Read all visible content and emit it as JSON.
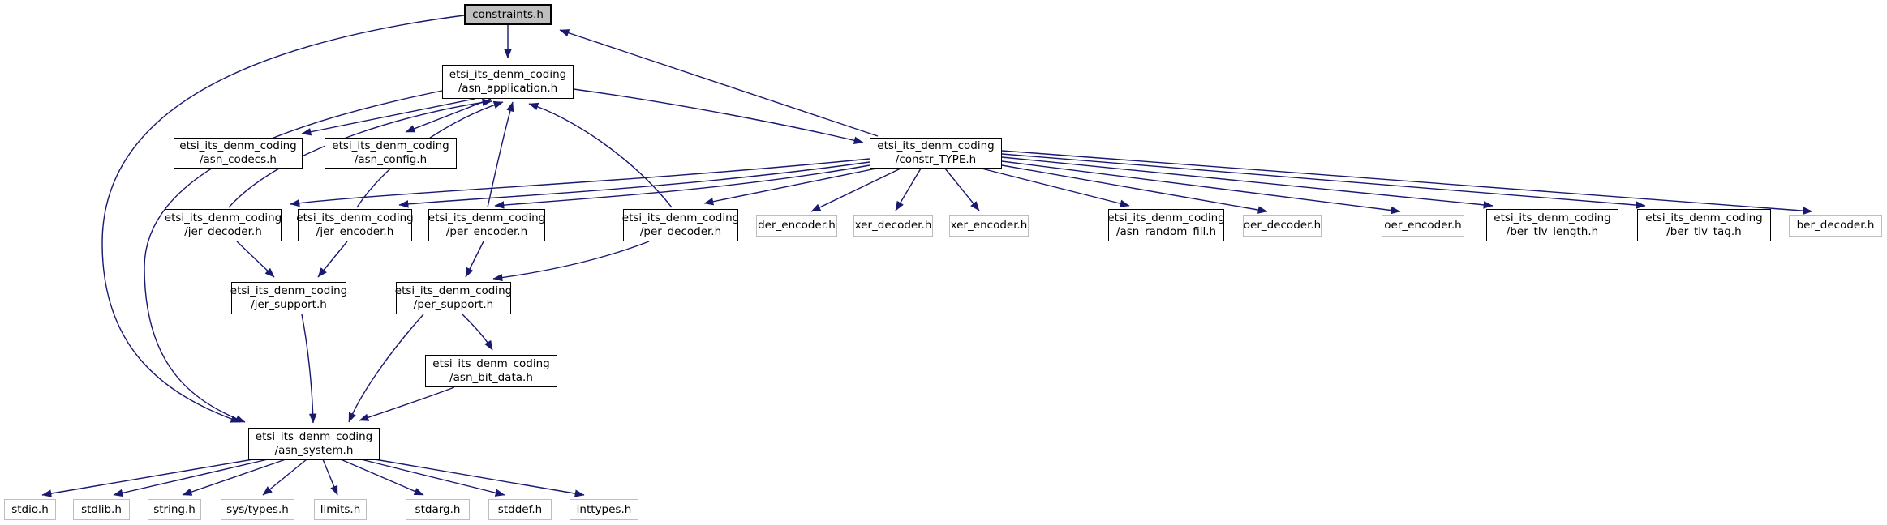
{
  "graph": {
    "root": "constraints.h",
    "nodes": [
      {
        "id": "constraints",
        "label": "constraints.h",
        "kind": "main"
      },
      {
        "id": "asn_application",
        "label": "etsi_its_denm_coding\n/asn_application.h",
        "kind": "internal"
      },
      {
        "id": "asn_codecs",
        "label": "etsi_its_denm_coding\n/asn_codecs.h",
        "kind": "internal"
      },
      {
        "id": "asn_config",
        "label": "etsi_its_denm_coding\n/asn_config.h",
        "kind": "internal"
      },
      {
        "id": "constr_TYPE",
        "label": "etsi_its_denm_coding\n/constr_TYPE.h",
        "kind": "internal"
      },
      {
        "id": "jer_decoder",
        "label": "etsi_its_denm_coding\n/jer_decoder.h",
        "kind": "internal"
      },
      {
        "id": "jer_encoder",
        "label": "etsi_its_denm_coding\n/jer_encoder.h",
        "kind": "internal"
      },
      {
        "id": "per_encoder",
        "label": "etsi_its_denm_coding\n/per_encoder.h",
        "kind": "internal"
      },
      {
        "id": "per_decoder",
        "label": "etsi_its_denm_coding\n/per_decoder.h",
        "kind": "internal"
      },
      {
        "id": "der_encoder",
        "label": "der_encoder.h",
        "kind": "external"
      },
      {
        "id": "xer_decoder",
        "label": "xer_decoder.h",
        "kind": "external"
      },
      {
        "id": "xer_encoder",
        "label": "xer_encoder.h",
        "kind": "external"
      },
      {
        "id": "asn_random_fill",
        "label": "etsi_its_denm_coding\n/asn_random_fill.h",
        "kind": "internal"
      },
      {
        "id": "oer_decoder",
        "label": "oer_decoder.h",
        "kind": "external"
      },
      {
        "id": "oer_encoder",
        "label": "oer_encoder.h",
        "kind": "external"
      },
      {
        "id": "ber_tlv_length",
        "label": "etsi_its_denm_coding\n/ber_tlv_length.h",
        "kind": "internal"
      },
      {
        "id": "ber_tlv_tag",
        "label": "etsi_its_denm_coding\n/ber_tlv_tag.h",
        "kind": "internal"
      },
      {
        "id": "ber_decoder",
        "label": "ber_decoder.h",
        "kind": "external"
      },
      {
        "id": "jer_support",
        "label": "etsi_its_denm_coding\n/jer_support.h",
        "kind": "internal"
      },
      {
        "id": "per_support",
        "label": "etsi_its_denm_coding\n/per_support.h",
        "kind": "internal"
      },
      {
        "id": "asn_bit_data",
        "label": "etsi_its_denm_coding\n/asn_bit_data.h",
        "kind": "internal"
      },
      {
        "id": "asn_system",
        "label": "etsi_its_denm_coding\n/asn_system.h",
        "kind": "internal"
      },
      {
        "id": "stdio",
        "label": "stdio.h",
        "kind": "external"
      },
      {
        "id": "stdlib",
        "label": "stdlib.h",
        "kind": "external"
      },
      {
        "id": "string",
        "label": "string.h",
        "kind": "external"
      },
      {
        "id": "sys_types",
        "label": "sys/types.h",
        "kind": "external"
      },
      {
        "id": "limits",
        "label": "limits.h",
        "kind": "external"
      },
      {
        "id": "stdarg",
        "label": "stdarg.h",
        "kind": "external"
      },
      {
        "id": "stddef",
        "label": "stddef.h",
        "kind": "external"
      },
      {
        "id": "inttypes",
        "label": "inttypes.h",
        "kind": "external"
      }
    ],
    "edges": [
      {
        "from": "constraints.h",
        "to": "etsi_its_denm_coding/asn_application.h"
      },
      {
        "from": "constraints.h",
        "to": "etsi_its_denm_coding/asn_system.h"
      },
      {
        "from": "etsi_its_denm_coding/constr_TYPE.h",
        "to": "constraints.h"
      },
      {
        "from": "etsi_its_denm_coding/asn_application.h",
        "to": "etsi_its_denm_coding/asn_codecs.h"
      },
      {
        "from": "etsi_its_denm_coding/asn_application.h",
        "to": "etsi_its_denm_coding/asn_config.h"
      },
      {
        "from": "etsi_its_denm_coding/asn_application.h",
        "to": "etsi_its_denm_coding/constr_TYPE.h"
      },
      {
        "from": "etsi_its_denm_coding/asn_application.h",
        "to": "etsi_its_denm_coding/asn_system.h"
      },
      {
        "from": "etsi_its_denm_coding/jer_decoder.h",
        "to": "etsi_its_denm_coding/asn_application.h"
      },
      {
        "from": "etsi_its_denm_coding/jer_encoder.h",
        "to": "etsi_its_denm_coding/asn_application.h"
      },
      {
        "from": "etsi_its_denm_coding/per_encoder.h",
        "to": "etsi_its_denm_coding/asn_application.h"
      },
      {
        "from": "etsi_its_denm_coding/per_decoder.h",
        "to": "etsi_its_denm_coding/asn_application.h"
      },
      {
        "from": "etsi_its_denm_coding/constr_TYPE.h",
        "to": "etsi_its_denm_coding/jer_decoder.h"
      },
      {
        "from": "etsi_its_denm_coding/constr_TYPE.h",
        "to": "etsi_its_denm_coding/jer_encoder.h"
      },
      {
        "from": "etsi_its_denm_coding/constr_TYPE.h",
        "to": "etsi_its_denm_coding/per_encoder.h"
      },
      {
        "from": "etsi_its_denm_coding/constr_TYPE.h",
        "to": "etsi_its_denm_coding/per_decoder.h"
      },
      {
        "from": "etsi_its_denm_coding/constr_TYPE.h",
        "to": "der_encoder.h"
      },
      {
        "from": "etsi_its_denm_coding/constr_TYPE.h",
        "to": "xer_decoder.h"
      },
      {
        "from": "etsi_its_denm_coding/constr_TYPE.h",
        "to": "xer_encoder.h"
      },
      {
        "from": "etsi_its_denm_coding/constr_TYPE.h",
        "to": "etsi_its_denm_coding/asn_random_fill.h"
      },
      {
        "from": "etsi_its_denm_coding/constr_TYPE.h",
        "to": "oer_decoder.h"
      },
      {
        "from": "etsi_its_denm_coding/constr_TYPE.h",
        "to": "oer_encoder.h"
      },
      {
        "from": "etsi_its_denm_coding/constr_TYPE.h",
        "to": "etsi_its_denm_coding/ber_tlv_length.h"
      },
      {
        "from": "etsi_its_denm_coding/constr_TYPE.h",
        "to": "etsi_its_denm_coding/ber_tlv_tag.h"
      },
      {
        "from": "etsi_its_denm_coding/constr_TYPE.h",
        "to": "ber_decoder.h"
      },
      {
        "from": "etsi_its_denm_coding/jer_decoder.h",
        "to": "etsi_its_denm_coding/jer_support.h"
      },
      {
        "from": "etsi_its_denm_coding/jer_encoder.h",
        "to": "etsi_its_denm_coding/jer_support.h"
      },
      {
        "from": "etsi_its_denm_coding/per_encoder.h",
        "to": "etsi_its_denm_coding/per_support.h"
      },
      {
        "from": "etsi_its_denm_coding/per_decoder.h",
        "to": "etsi_its_denm_coding/per_support.h"
      },
      {
        "from": "etsi_its_denm_coding/jer_support.h",
        "to": "etsi_its_denm_coding/asn_system.h"
      },
      {
        "from": "etsi_its_denm_coding/per_support.h",
        "to": "etsi_its_denm_coding/asn_system.h"
      },
      {
        "from": "etsi_its_denm_coding/per_support.h",
        "to": "etsi_its_denm_coding/asn_bit_data.h"
      },
      {
        "from": "etsi_its_denm_coding/asn_bit_data.h",
        "to": "etsi_its_denm_coding/asn_system.h"
      },
      {
        "from": "etsi_its_denm_coding/asn_system.h",
        "to": "stdio.h"
      },
      {
        "from": "etsi_its_denm_coding/asn_system.h",
        "to": "stdlib.h"
      },
      {
        "from": "etsi_its_denm_coding/asn_system.h",
        "to": "string.h"
      },
      {
        "from": "etsi_its_denm_coding/asn_system.h",
        "to": "sys/types.h"
      },
      {
        "from": "etsi_its_denm_coding/asn_system.h",
        "to": "limits.h"
      },
      {
        "from": "etsi_its_denm_coding/asn_system.h",
        "to": "stdarg.h"
      },
      {
        "from": "etsi_its_denm_coding/asn_system.h",
        "to": "stddef.h"
      },
      {
        "from": "etsi_its_denm_coding/asn_system.h",
        "to": "inttypes.h"
      }
    ],
    "colors": {
      "edge": "#191970",
      "main_node_fill": "#bfbfbf",
      "node_fill": "#ffffff",
      "internal_border": "#000000",
      "external_border": "#bdbdbd",
      "text": "#000000"
    }
  }
}
